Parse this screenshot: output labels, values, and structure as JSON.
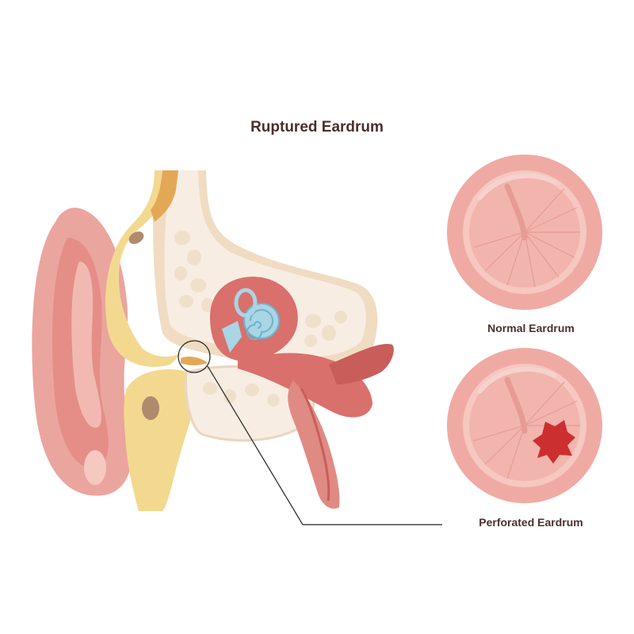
{
  "title": "Ruptured Eardrum",
  "labels": {
    "normal": "Normal Eardrum",
    "perforated": "Perforated Eardrum"
  },
  "colors": {
    "text": "#4a2f2f",
    "skin": "#eaa59e",
    "skin_dark": "#d97f79",
    "bone": "#f8ede2",
    "bone_outline": "#e9d6bf",
    "fat": "#f3d98f",
    "muscle": "#d9706c",
    "cochlea": "#a9d5e5",
    "eardrum_outer": "#f0aaa4",
    "eardrum_inner": "#f5c8c0",
    "perforation": "#cc2f2f"
  }
}
